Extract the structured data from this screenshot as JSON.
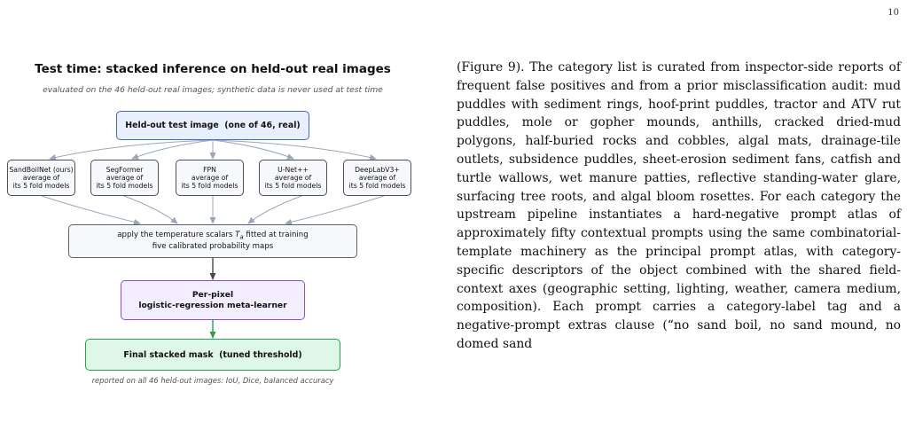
{
  "page_number": "10",
  "figure": {
    "title": "Test time: stacked inference on held-out real images",
    "subtitle": "evaluated on the 46 held-out real images; synthetic data is never used at test time",
    "input_box": "Held-out test image  (one of 46, real)",
    "models": [
      {
        "name": "SandBoilNet (ours)",
        "line2": "average of",
        "line3": "its 5 fold models"
      },
      {
        "name": "SegFormer",
        "line2": "average of",
        "line3": "its 5 fold models"
      },
      {
        "name": "FPN",
        "line2": "average of",
        "line3": "its 5 fold models"
      },
      {
        "name": "U-Net++",
        "line2": "average of",
        "line3": "its 5 fold models"
      },
      {
        "name": "DeepLabV3+",
        "line2": "average of",
        "line3": "its 5 fold models"
      }
    ],
    "calibration": {
      "line1_prefix": "apply the temperature scalars ",
      "symbol": "T",
      "subscript": "a",
      "line1_suffix": " fitted at training",
      "line2": "five calibrated probability maps"
    },
    "meta_learner": {
      "line1": "Per-pixel",
      "line2": "logistic-regression meta-learner"
    },
    "final_box": "Final stacked mask  (tuned threshold)",
    "caption": "reported on all 46 held-out images: IoU, Dice, balanced accuracy",
    "colors": {
      "input_border": "#3f66d8",
      "meta_border": "#8a4fd0",
      "final_border": "#2e9e4a",
      "connector": "#9aa7ba"
    }
  },
  "body_text": "(Figure 9). The category list is curated from inspector-side reports of frequent false positives and from a prior misclassification audit: mud puddles with sediment rings, hoof-print puddles, tractor and ATV rut puddles, mole or gopher mounds, anthills, cracked dried-mud polygons, half-buried rocks and cobbles, algal mats, drainage-tile outlets, subsidence puddles, sheet-erosion sediment fans, catfish and turtle wallows, wet manure patties, reflective standing-water glare, surfacing tree roots, and algal bloom rosettes. For each category the upstream pipeline instantiates a hard-negative prompt atlas of approximately fifty contextual prompts using the same combinatorial-template machinery as the principal prompt atlas, with category-specific descriptors of the object combined with the shared field-context axes (geographic setting, lighting, weather, camera medium, composition). Each prompt carries a category-label tag and a negative-prompt extras clause (“no sand boil, no sand mound, no domed sand"
}
